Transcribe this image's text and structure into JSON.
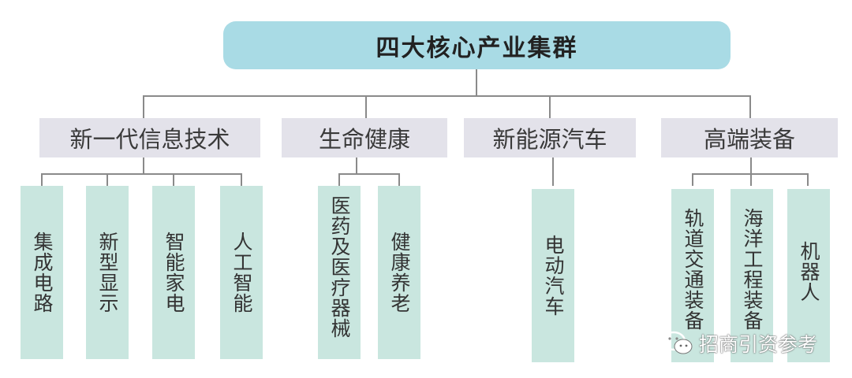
{
  "title": "四大核心产业集群",
  "categories": [
    {
      "label": "新一代信息技术",
      "items": [
        "集成电路",
        "新型显示",
        "智能家电",
        "人工智能"
      ]
    },
    {
      "label": "生命健康",
      "items": [
        "医药及医疗器械",
        "健康养老"
      ]
    },
    {
      "label": "新能源汽车",
      "items": [
        "电动汽车"
      ]
    },
    {
      "label": "高端装备",
      "items": [
        "轨道交通装备",
        "海洋工程装备",
        "机器人"
      ]
    }
  ],
  "watermark": "招商引资参考",
  "colors": {
    "title_bg": "#a9dbe5",
    "category_bg": "#e3e2ea",
    "leaf_bg": "#c9e6df",
    "connector": "#8a8a8a"
  }
}
